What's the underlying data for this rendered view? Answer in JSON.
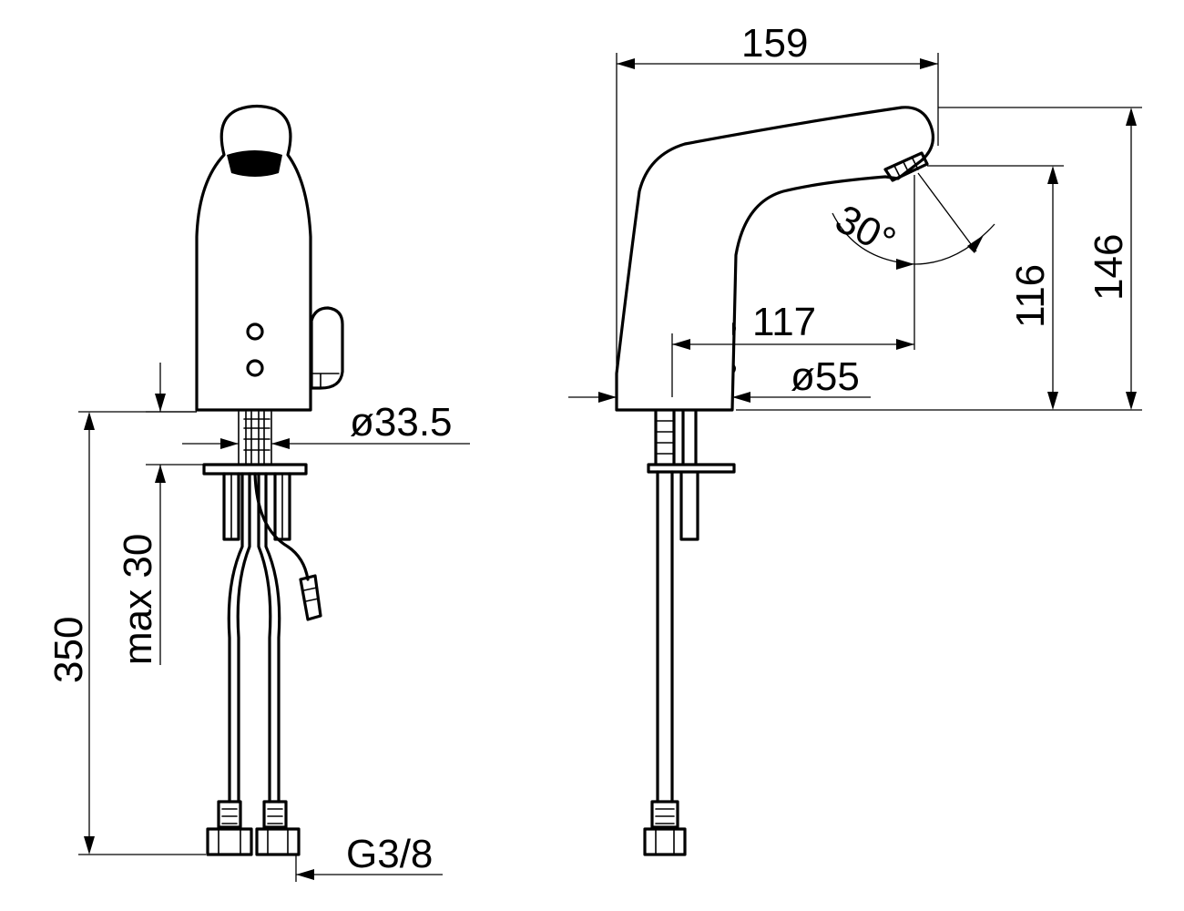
{
  "dimensions": {
    "length_total": "159",
    "height_total": "146",
    "height_outlet": "116",
    "reach": "117",
    "base_diameter": "ø55",
    "spray_angle": "30°",
    "hose_length": "350",
    "max_deck_thickness": "max 30",
    "shank_diameter": "ø33.5",
    "connection_thread": "G3/8"
  }
}
